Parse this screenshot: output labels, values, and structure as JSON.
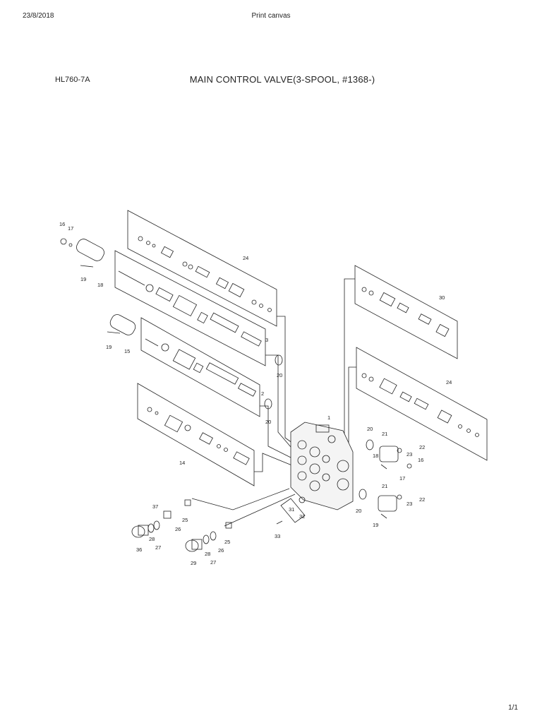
{
  "header": {
    "date": "23/8/2018",
    "title": "Print canvas"
  },
  "footer": {
    "page": "1/1"
  },
  "diagram": {
    "model": "HL760-7A",
    "title": "MAIN CONTROL VALVE(3-SPOOL, #1368-)"
  },
  "part_numbers": [
    "16",
    "17",
    "19",
    "18",
    "24",
    "3",
    "19",
    "15",
    "20",
    "2",
    "20",
    "14",
    "1",
    "30",
    "24",
    "20",
    "21",
    "22",
    "23",
    "16",
    "18",
    "17",
    "21",
    "22",
    "23",
    "20",
    "19",
    "37",
    "25",
    "26",
    "28",
    "27",
    "36",
    "29",
    "28",
    "27",
    "26",
    "25",
    "32",
    "31",
    "33"
  ]
}
